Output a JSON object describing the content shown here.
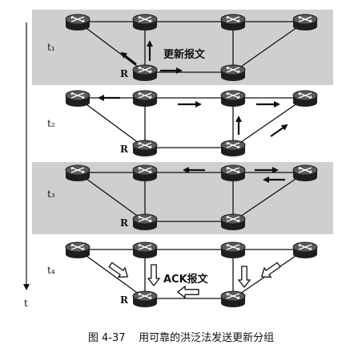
{
  "diagram": {
    "panels": [
      {
        "label": "t₁",
        "shaded": true,
        "note": "更新报文",
        "router_label": "R"
      },
      {
        "label": "t₂",
        "shaded": false,
        "note": "",
        "router_label": "R"
      },
      {
        "label": "t₃",
        "shaded": true,
        "note": "",
        "router_label": "R"
      },
      {
        "label": "t₄",
        "shaded": false,
        "note": "ACK报文",
        "router_label": "R"
      }
    ],
    "time_axis_label": "t",
    "colors": {
      "shade": "#cfcfcf",
      "ink": "#111111",
      "router_top": "#5a5a5a",
      "router_body": "#1e1e1e"
    }
  },
  "caption": {
    "number": "图 4-37",
    "text": "用可靠的洪泛法发送更新分组"
  }
}
